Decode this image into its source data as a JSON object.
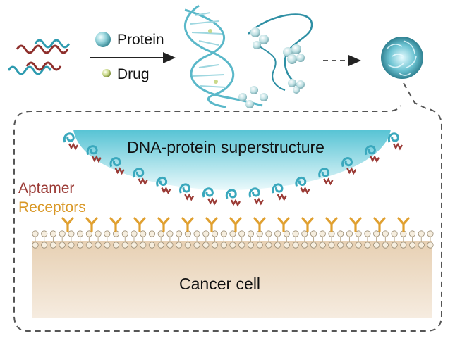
{
  "labels": {
    "protein": "Protein",
    "drug": "Drug",
    "superstructure": "DNA-protein superstructure",
    "aptamer": "Aptamer",
    "receptors": "Receptors",
    "cancer_cell": "Cancer cell"
  },
  "colors": {
    "dna_strand_red": "#8e2f2c",
    "dna_strand_teal": "#2e9bb0",
    "protein_sphere": "#8fd0d8",
    "drug_sphere": "#c9d98a",
    "superstructure_fill": "#7fd0dc",
    "aptamer_red": "#9b3b36",
    "aptamer_teal": "#3aa8bd",
    "receptor": "#e0a030",
    "membrane_head": "#f6eedf",
    "cell_body": "#efdcc4",
    "dashed_border": "#555555"
  },
  "counts": {
    "aptamers": 15,
    "receptors": 15,
    "lipid_heads": 45
  }
}
